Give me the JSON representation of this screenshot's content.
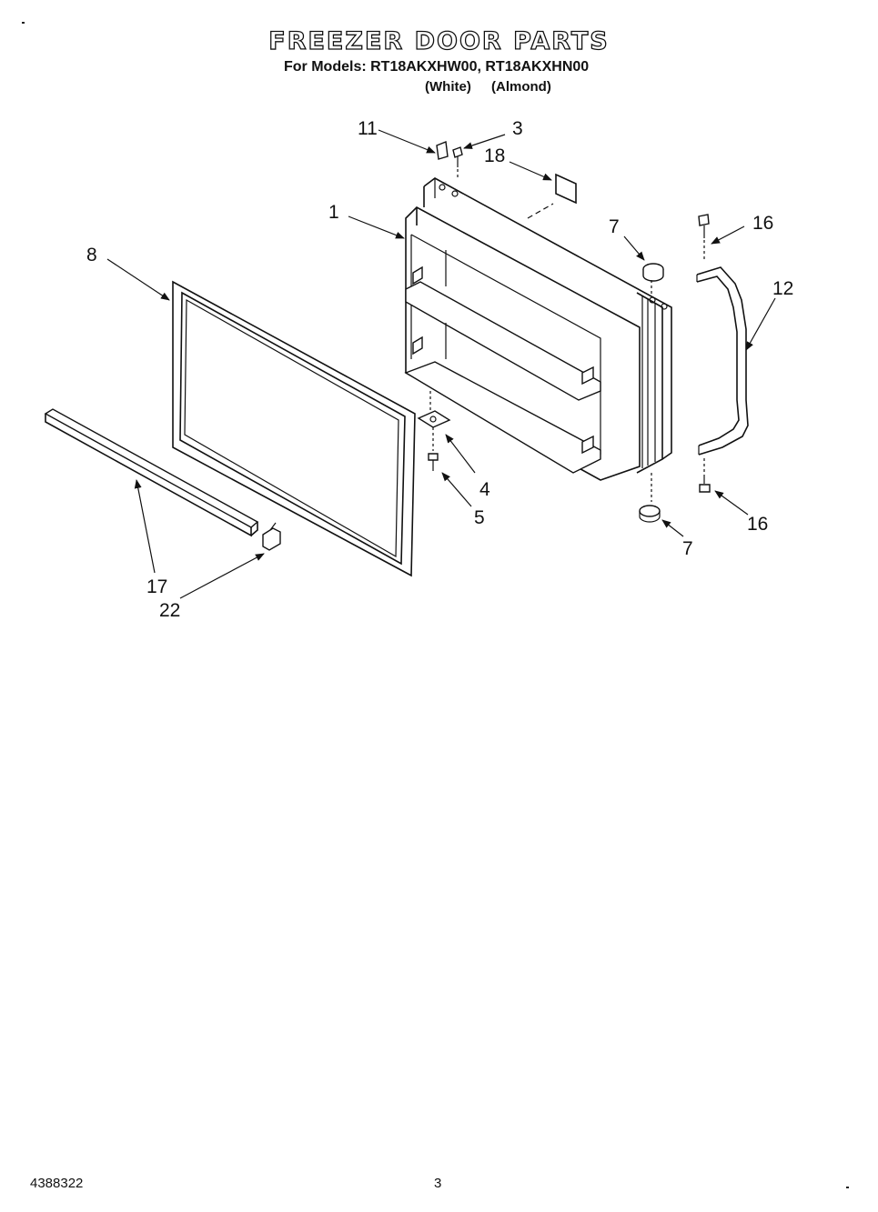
{
  "header": {
    "title": "FREEZER DOOR PARTS",
    "models_line": "For Models: RT18AKXHW00, RT18AKXHN00",
    "variant_white": "(White)",
    "variant_almond": "(Almond)"
  },
  "callouts": {
    "c1": "1",
    "c3": "3",
    "c4": "4",
    "c5": "5",
    "c7a": "7",
    "c7b": "7",
    "c8": "8",
    "c11": "11",
    "c12": "12",
    "c16a": "16",
    "c16b": "16",
    "c17": "17",
    "c18": "18",
    "c22": "22"
  },
  "footer": {
    "doc_number": "4388322",
    "page_number": "3"
  }
}
